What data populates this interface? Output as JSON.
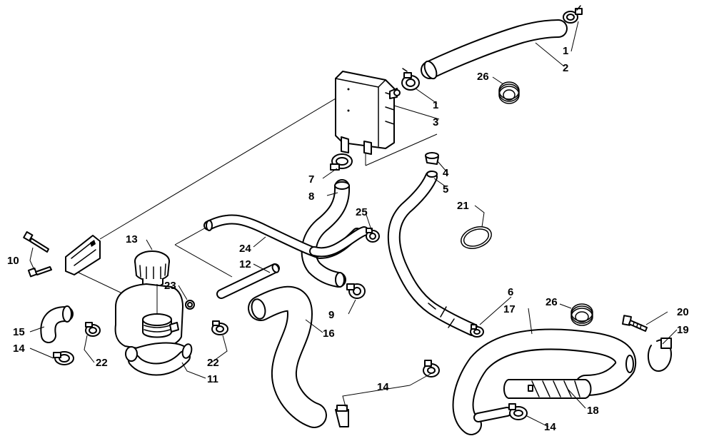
{
  "callouts": {
    "c1a": "1",
    "c1b": "1",
    "c2": "2",
    "c3": "3",
    "c4": "4",
    "c5": "5",
    "c6": "6",
    "c7": "7",
    "c8": "8",
    "c9": "9",
    "c10": "10",
    "c11": "11",
    "c12": "12",
    "c13": "13",
    "c14a": "14",
    "c14b": "14",
    "c14c": "14",
    "c15": "15",
    "c16": "16",
    "c17": "17",
    "c18": "18",
    "c19": "19",
    "c20": "20",
    "c21": "21",
    "c22a": "22",
    "c22b": "22",
    "c23": "23",
    "c24": "24",
    "c25": "25",
    "c26a": "26",
    "c26b": "26"
  },
  "icons": {
    "clamp": "hose-clamp-icon",
    "spring_clamp": "spring-clamp-icon",
    "bolt": "bolt-icon",
    "cap": "filler-cap-icon",
    "tank": "coolant-tank-icon",
    "box": "expansion-box-icon"
  }
}
